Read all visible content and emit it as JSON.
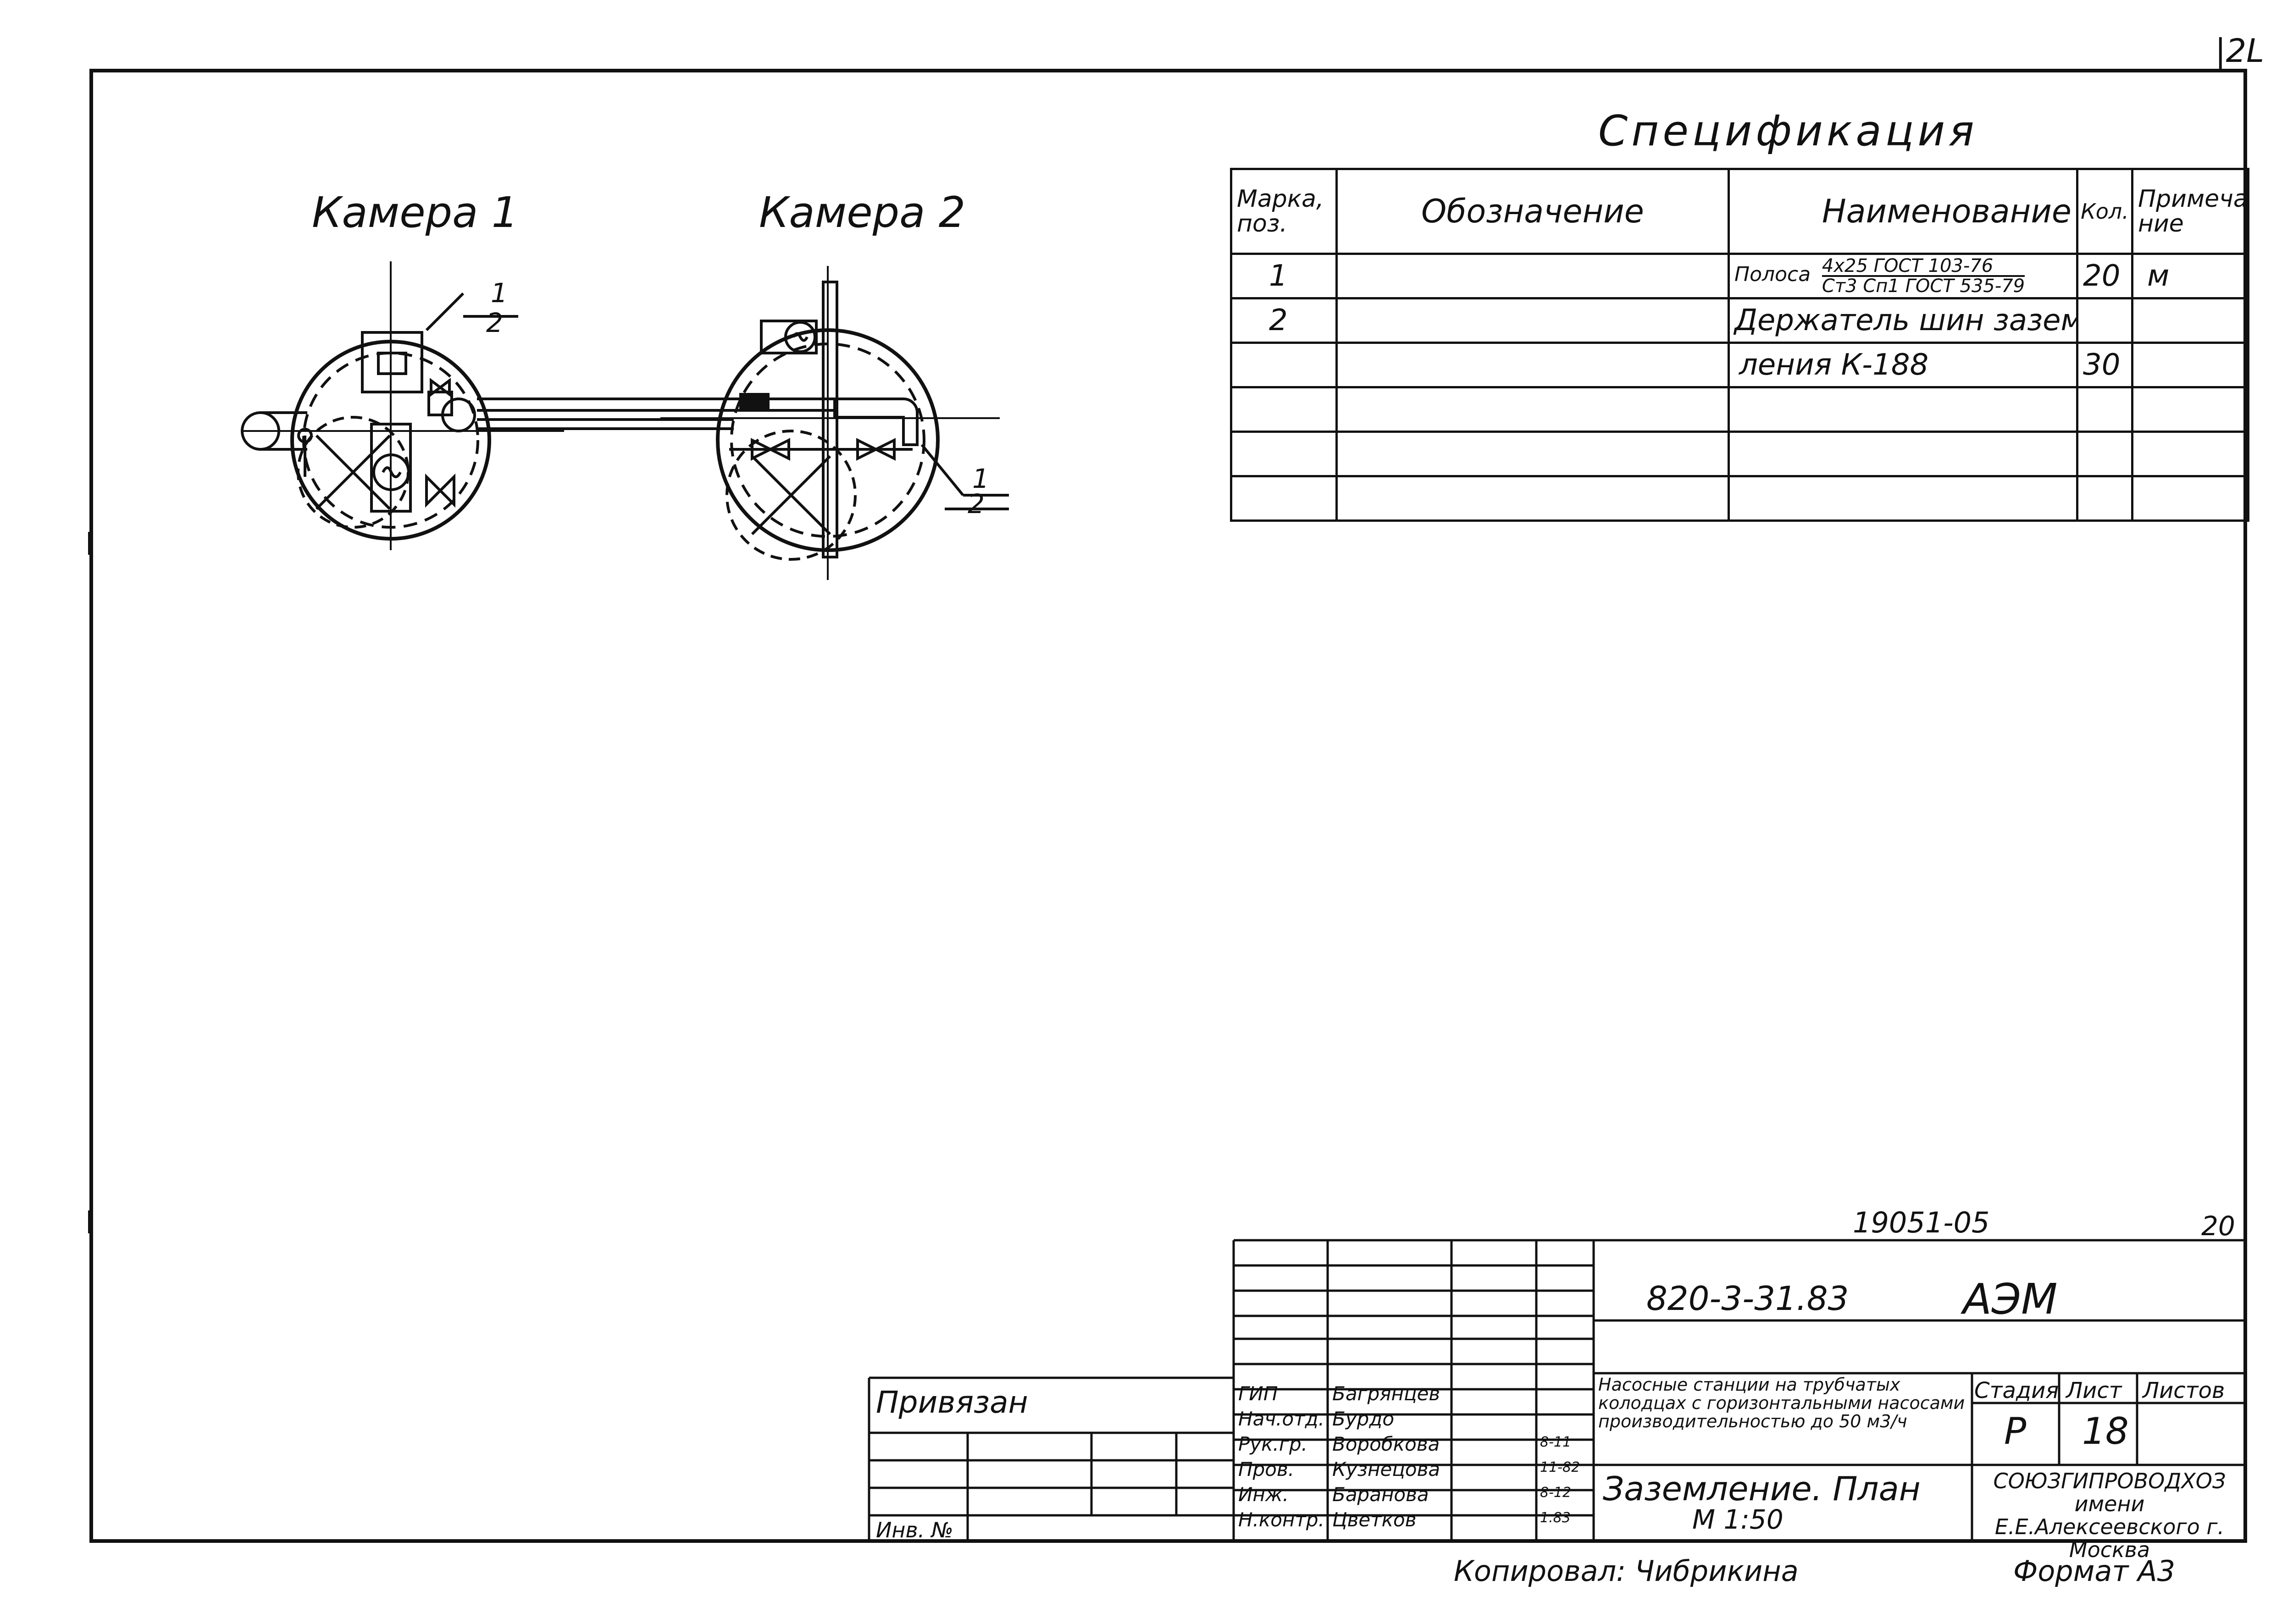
{
  "corner_mark": "|2L",
  "chambers": {
    "chamber1_label": "Камера 1",
    "chamber2_label": "Камера 2",
    "callout_top": {
      "num": "1",
      "den": "2"
    },
    "callout_right": {
      "num": "1",
      "den": "2"
    }
  },
  "spec": {
    "title": "Спецификация",
    "headers": {
      "mark": "Марка, поз.",
      "designation": "Обозначение",
      "name": "Наименование",
      "qty": "Кол.",
      "note": "Примеча-ние"
    },
    "rows": [
      {
        "mark": "1",
        "designation": "",
        "name": "Полоса",
        "name_top": "4x25 ГОСТ 103-76",
        "name_bottom": "Ст3 Сп1 ГОСТ 535-79",
        "qty": "20",
        "note": "м"
      },
      {
        "mark": "2",
        "designation": "",
        "name": "Держатель шин зазем-",
        "qty": "",
        "note": ""
      },
      {
        "mark": "",
        "designation": "",
        "name": "ления К-188",
        "qty": "30",
        "note": ""
      },
      {
        "mark": "",
        "designation": "",
        "name": "",
        "qty": "",
        "note": ""
      },
      {
        "mark": "",
        "designation": "",
        "name": "",
        "qty": "",
        "note": ""
      },
      {
        "mark": "",
        "designation": "",
        "name": "",
        "qty": "",
        "note": ""
      }
    ]
  },
  "stamp": {
    "archive_no": "19051-05",
    "sheet_small": "20",
    "doc_code": "820-3-31.83",
    "mark_code": "АЭМ",
    "attached_label": "Привязан",
    "inv_label": "Инв. №",
    "roles": [
      {
        "role": "ГИП",
        "name": "Багрянцев",
        "date": ""
      },
      {
        "role": "Нач.отд.",
        "name": "Бурдо",
        "date": ""
      },
      {
        "role": "Рук.гр.",
        "name": "Воробкова",
        "date": "8-11"
      },
      {
        "role": "Пров.",
        "name": "Кузнецова",
        "date": "11-82"
      },
      {
        "role": "Инж.",
        "name": "Баранова",
        "date": "8-12"
      },
      {
        "role": "Н.контр.",
        "name": "Цветков",
        "date": "1.83"
      }
    ],
    "project_title": "Насосные станции на трубчатых колодцах с горизонтальными насосами производительностью до 50 м3/ч",
    "sheet_title": "Заземление. План",
    "scale": "М 1:50",
    "stage_label": "Стадия",
    "sheet_label": "Лист",
    "sheets_label": "Листов",
    "stage_value": "Р",
    "sheet_value": "18",
    "sheets_value": "",
    "org": "СОЮЗГИПРОВОДХОЗ имени Е.Е.Алексеевского г. Москва"
  },
  "footer": {
    "copied_by": "Копировал: Чибрикина",
    "format": "Формат А3"
  }
}
